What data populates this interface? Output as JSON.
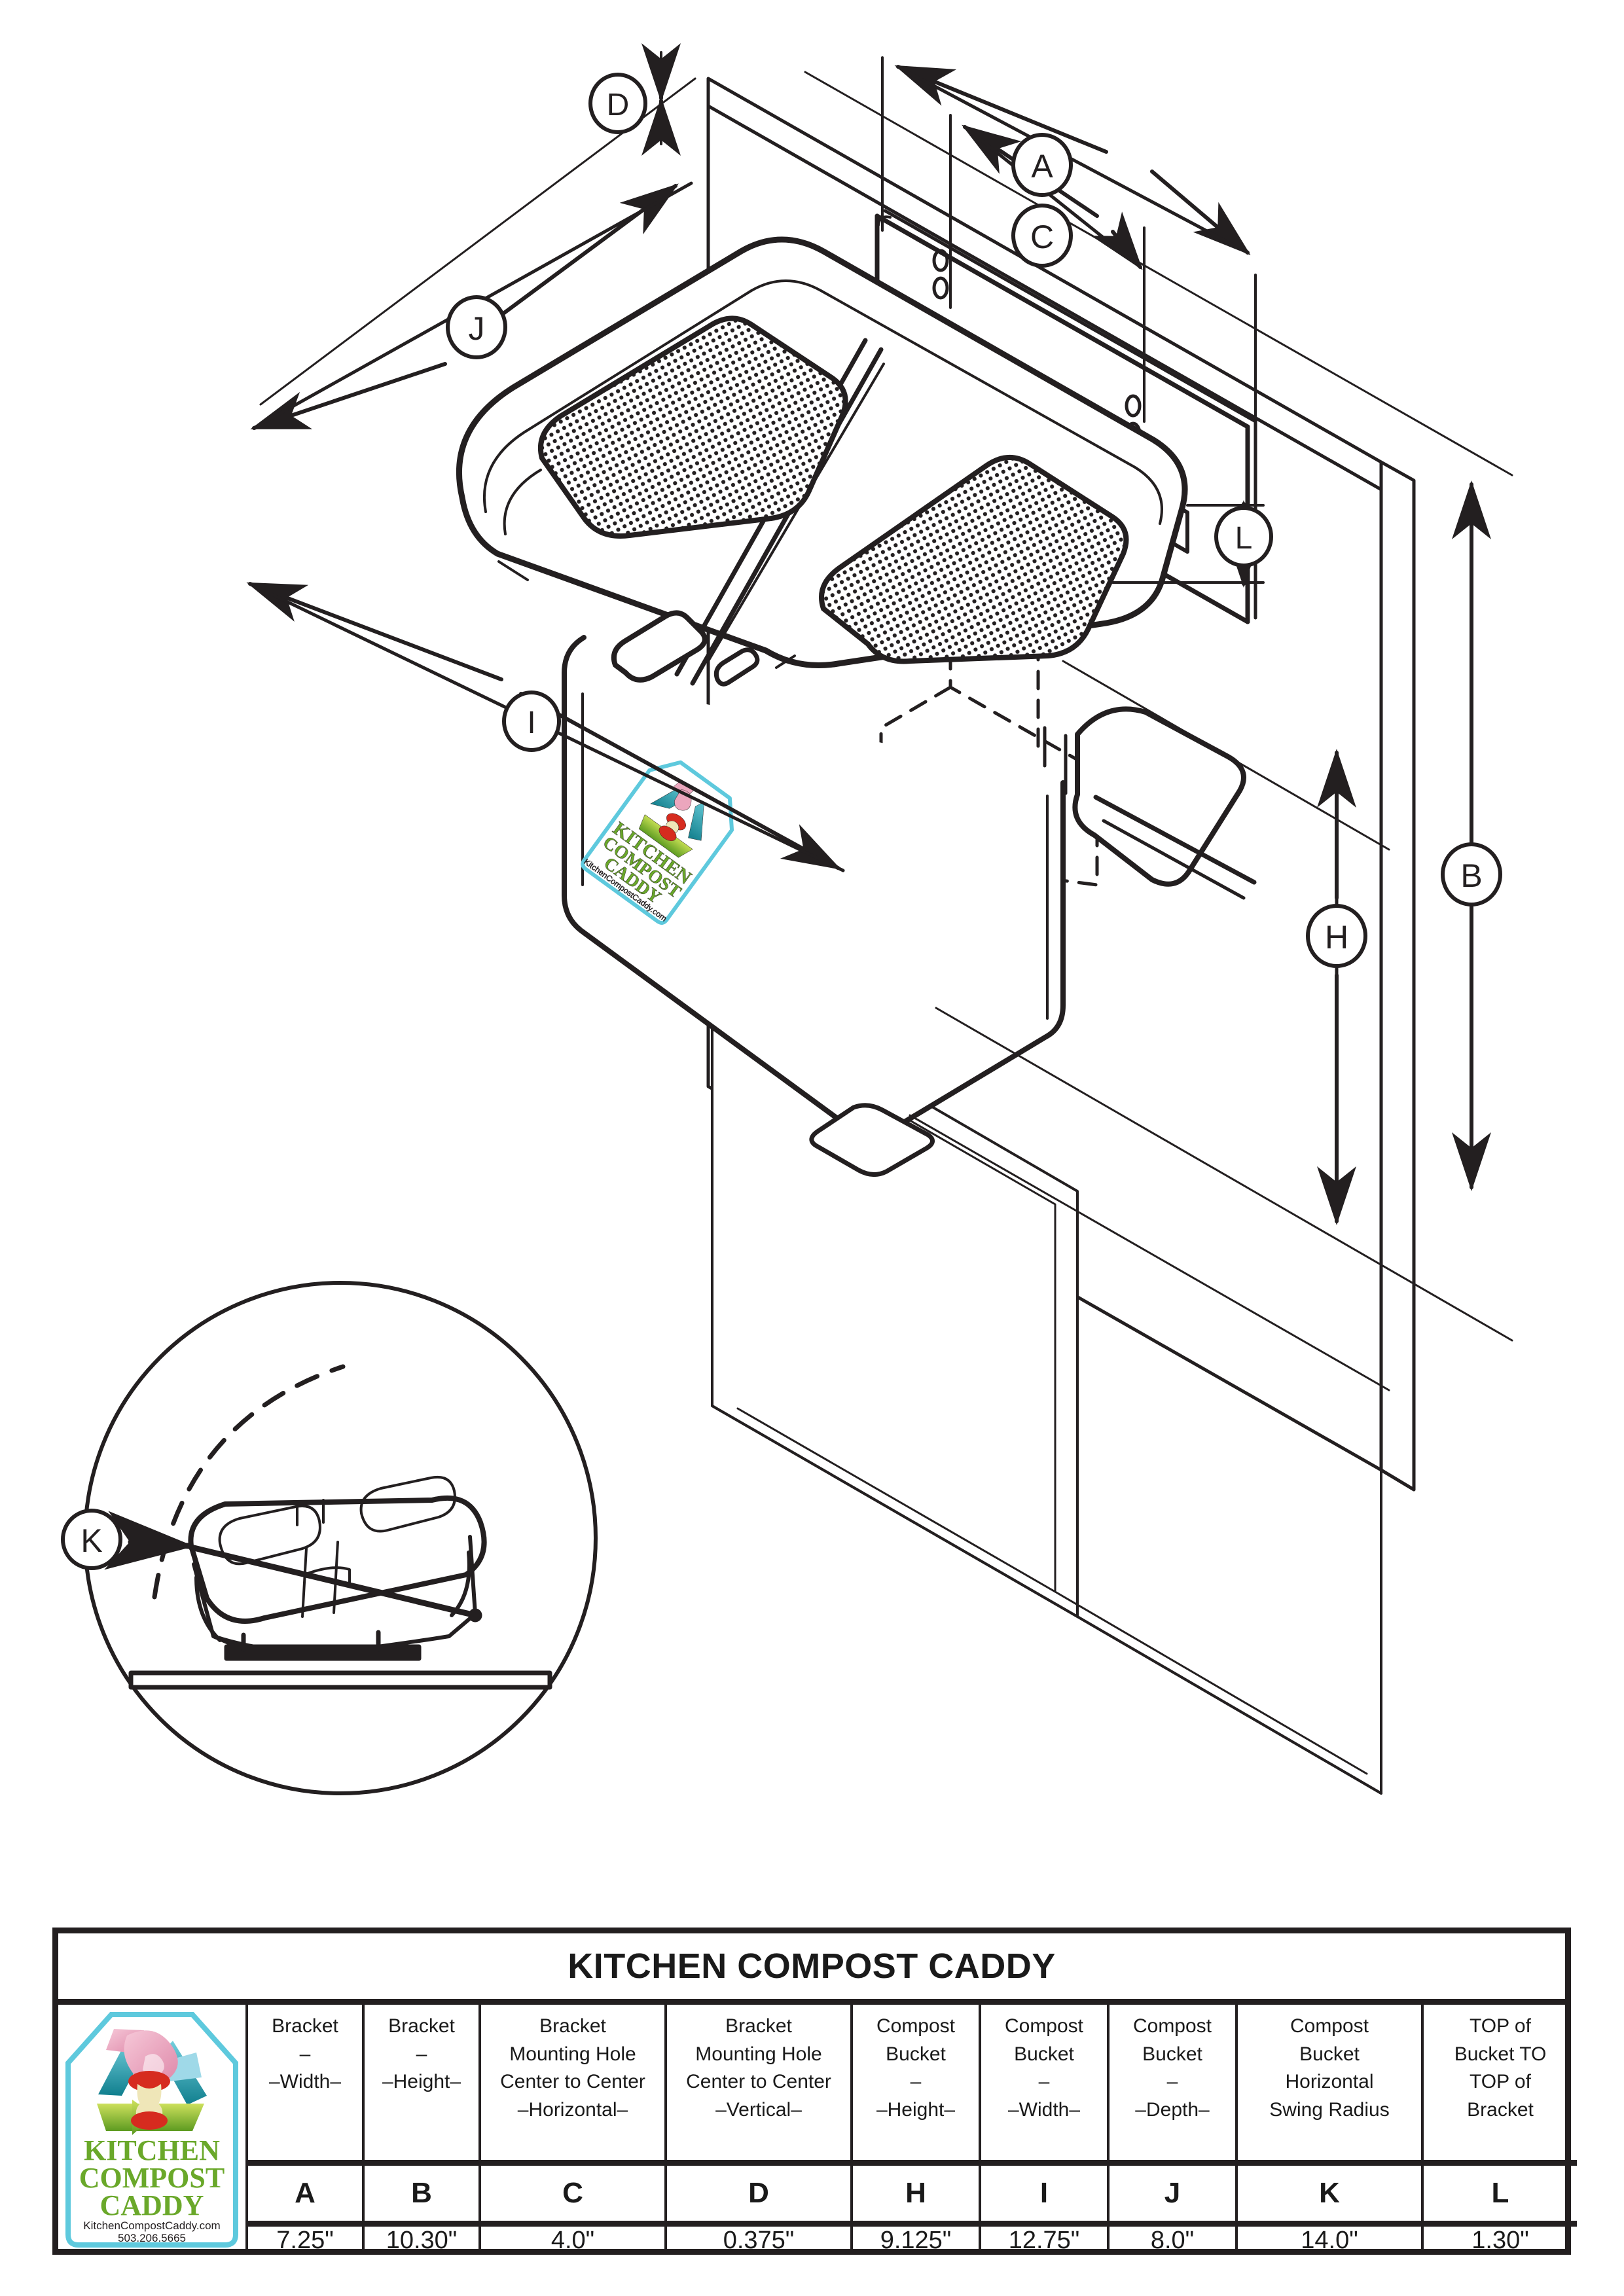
{
  "drawing": {
    "title": "KITCHEN COMPOST CADDY",
    "callouts": [
      {
        "id": "D",
        "label": "D"
      },
      {
        "id": "A",
        "label": "A"
      },
      {
        "id": "C",
        "label": "C"
      },
      {
        "id": "J",
        "label": "J"
      },
      {
        "id": "L",
        "label": "L"
      },
      {
        "id": "I",
        "label": "I"
      },
      {
        "id": "B",
        "label": "B"
      },
      {
        "id": "H",
        "label": "H"
      },
      {
        "id": "K",
        "label": "K"
      }
    ],
    "detail_view": {
      "callout": "K",
      "description": "Compost Bucket Horizontal Swing Radius detail"
    }
  },
  "logo": {
    "line1": "KITCHEN",
    "line2": "COMPOST",
    "line3": "CADDY",
    "website": "KitchenCompostCaddy.com",
    "phone": "503.206.5665",
    "colors": {
      "teal": "#1f9ba8",
      "light_teal": "#7fd3e0",
      "green_top": "#9fce3a",
      "green_bottom": "#6aa82a",
      "pink": "#eba6bd",
      "apple_red": "#d62b1f",
      "apple_flesh": "#efe6b8"
    }
  },
  "table": {
    "title": "KITCHEN COMPOST CADDY",
    "columns": [
      {
        "letter": "A",
        "value": "7.25\"",
        "desc_lines": [
          "Bracket",
          "–",
          "–Width–"
        ],
        "width_class": "w-a"
      },
      {
        "letter": "B",
        "value": "10.30\"",
        "desc_lines": [
          "Bracket",
          "–",
          "–Height–"
        ],
        "width_class": "w-b"
      },
      {
        "letter": "C",
        "value": "4.0\"",
        "desc_lines": [
          "Bracket",
          "Mounting Hole",
          "Center to Center",
          "–Horizontal–"
        ],
        "width_class": "w-c"
      },
      {
        "letter": "D",
        "value": "0.375\"",
        "desc_lines": [
          "Bracket",
          "Mounting Hole",
          "Center to Center",
          "–Vertical–"
        ],
        "width_class": "w-d"
      },
      {
        "letter": "H",
        "value": "9.125\"",
        "desc_lines": [
          "Compost",
          "Bucket",
          "–",
          "–Height–"
        ],
        "width_class": "w-h"
      },
      {
        "letter": "I",
        "value": "12.75\"",
        "desc_lines": [
          "Compost",
          "Bucket",
          "–",
          "–Width–"
        ],
        "width_class": "w-i"
      },
      {
        "letter": "J",
        "value": "8.0\"",
        "desc_lines": [
          "Compost",
          "Bucket",
          "–",
          "–Depth–"
        ],
        "width_class": "w-j"
      },
      {
        "letter": "K",
        "value": "14.0\"",
        "desc_lines": [
          "Compost",
          "Bucket",
          "Horizontal",
          "Swing Radius"
        ],
        "width_class": "w-k"
      },
      {
        "letter": "L",
        "value": "1.30\"",
        "desc_lines": [
          "TOP of",
          "Bucket TO",
          "TOP of",
          "Bracket"
        ],
        "width_class": "w-l"
      }
    ]
  }
}
